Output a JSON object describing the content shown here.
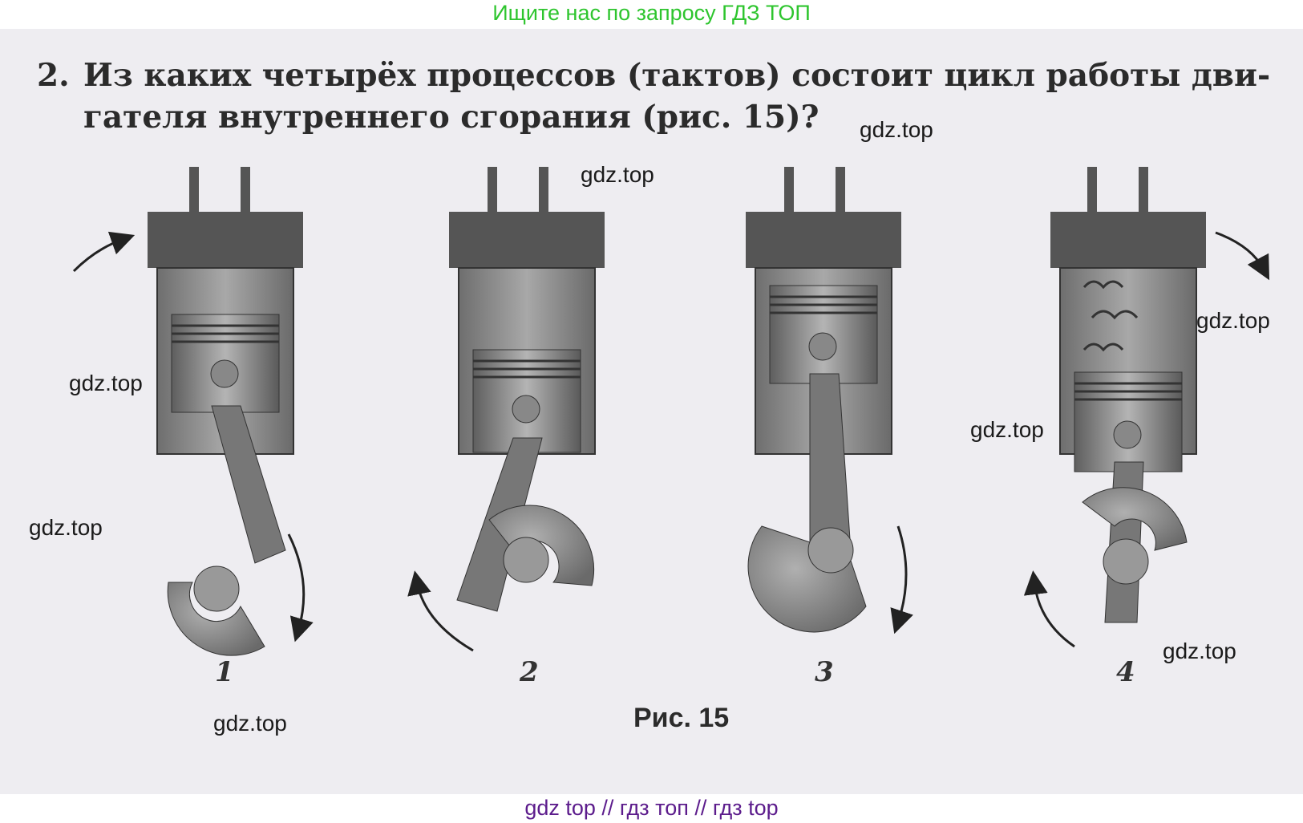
{
  "header": {
    "banner": "Ищите нас по запросу ГДЗ ТОП"
  },
  "question": {
    "number": "2.",
    "line1": "Из каких четырёх процессов (тактов) состоит цикл работы дви-",
    "line2": "гателя внутреннего сгорания (рис. 15)?"
  },
  "figure": {
    "captions": [
      "1",
      "2",
      "3",
      "4"
    ],
    "title": "Рис. 15"
  },
  "watermarks": [
    "gdz.top",
    "gdz.top",
    "gdz.top",
    "gdz.top",
    "gdz.top",
    "gdz.top",
    "gdz.top",
    "gdz.top"
  ],
  "footer": {
    "banner": "gdz top  //  гдз топ  //  гдз top"
  },
  "colors": {
    "page_bg": "#eeedf1",
    "banner_green": "#2ec52e",
    "banner_purple": "#5c1c8c",
    "engine_gray": "#8a8a8a",
    "engine_dark": "#3a3a3a"
  }
}
